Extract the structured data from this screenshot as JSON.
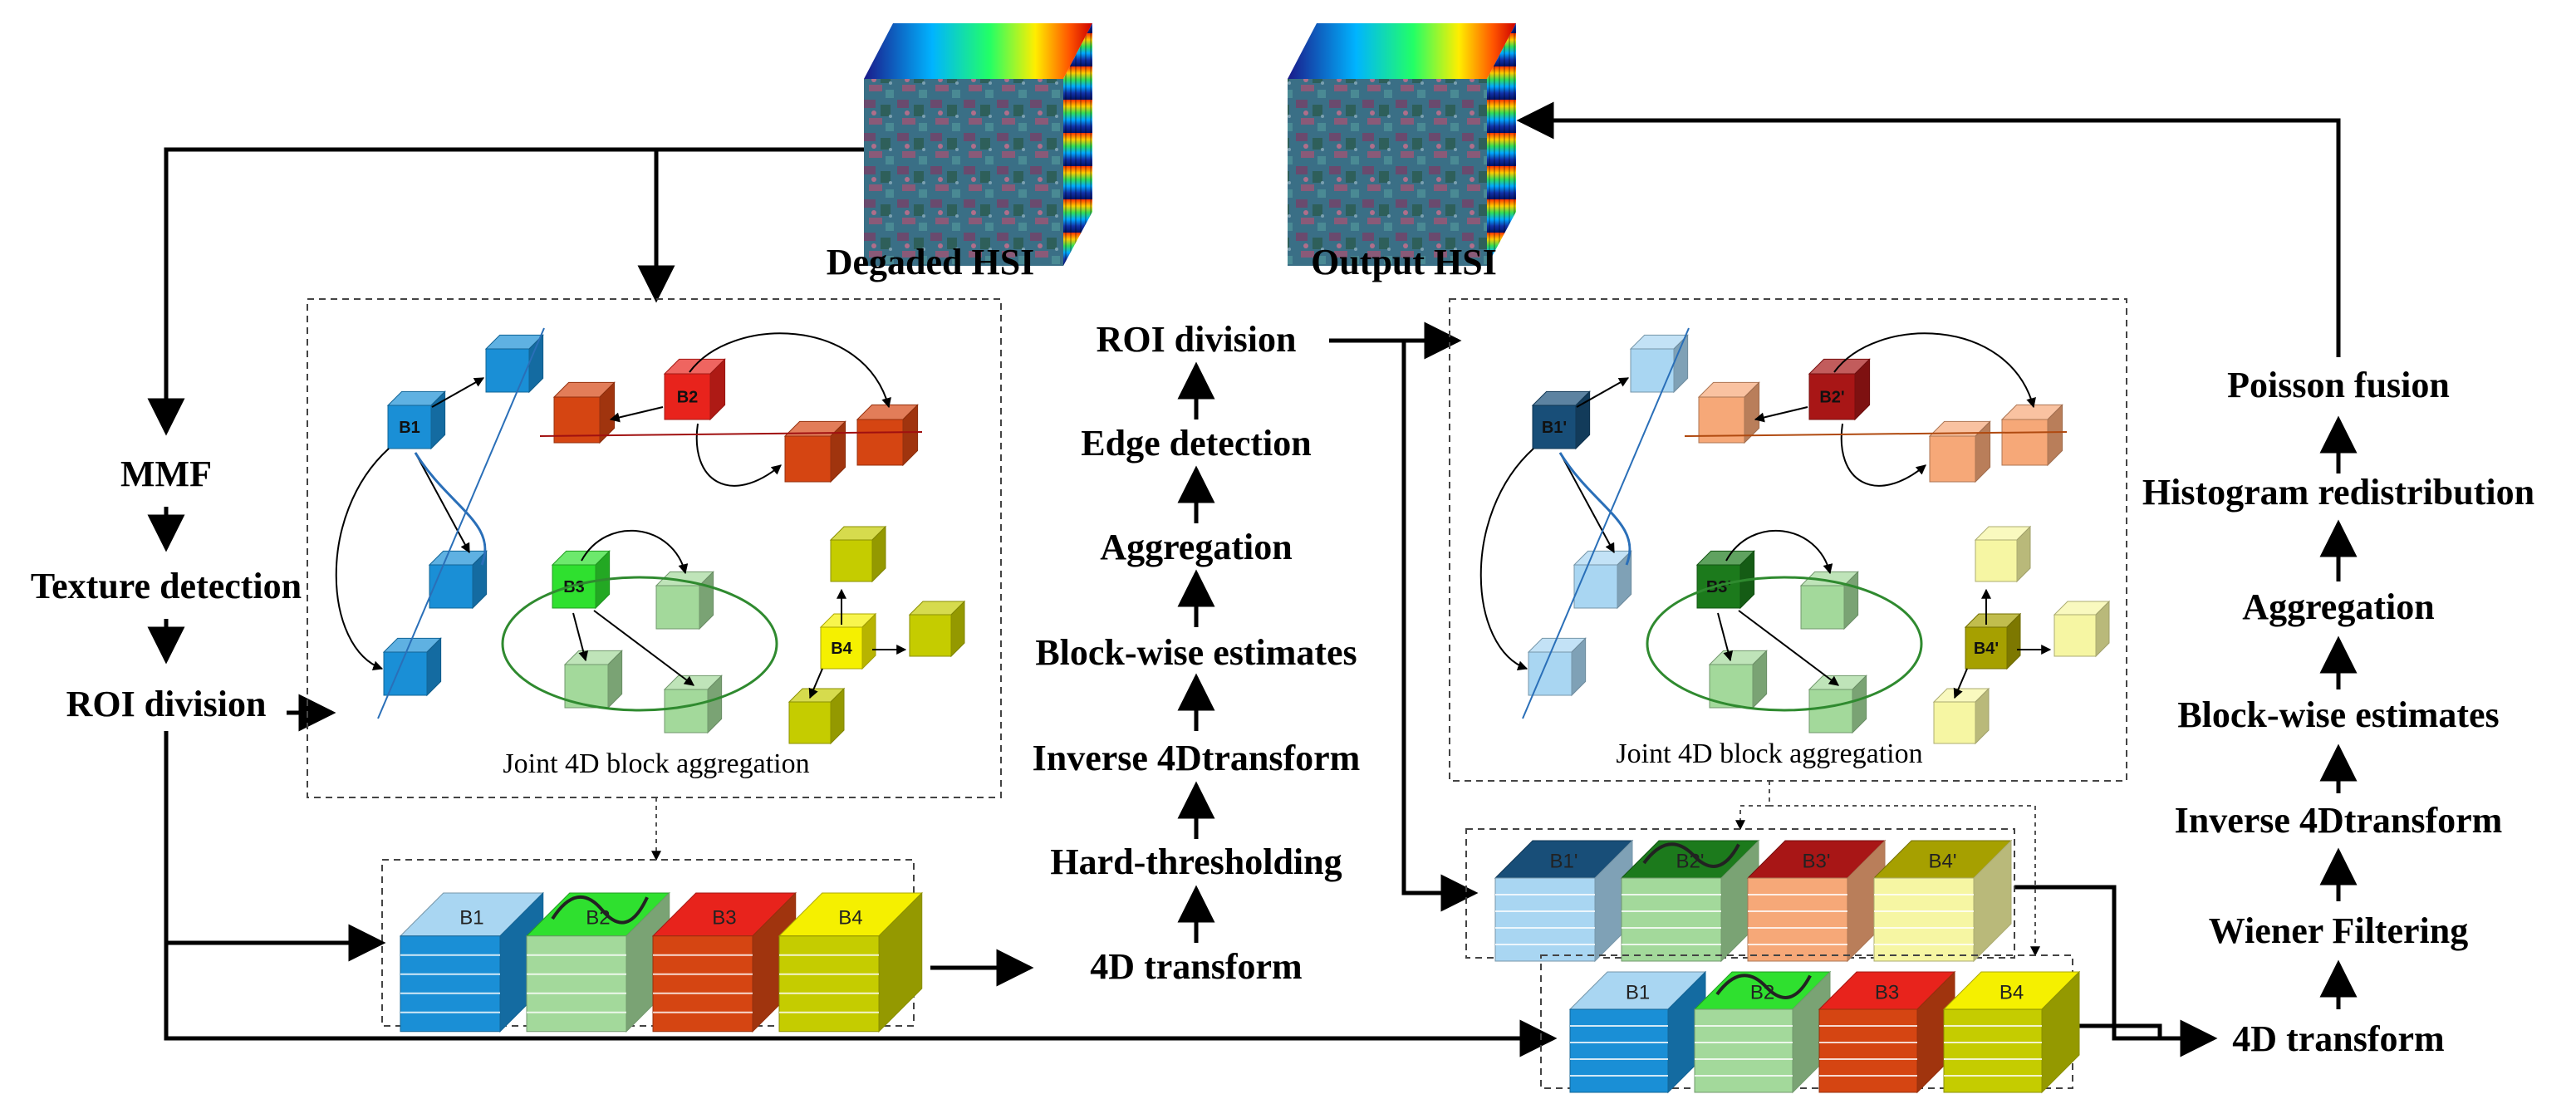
{
  "colors": {
    "blue": "#1a8fd6",
    "blue_light": "#a9d6f2",
    "blue_dark": "#184e78",
    "red": "#e8231c",
    "orange": "#d54512",
    "peach": "#f6a878",
    "maroon": "#a81616",
    "green": "#2fe02f",
    "green_light": "#a3d99b",
    "green_dark": "#1c7a1c",
    "yellow": "#f5f000",
    "olive": "#c5cc00",
    "olive_dark": "#a6a000",
    "yellow_pale": "#f6f6a3"
  },
  "images": {
    "degraded_label": "Degaded HSI",
    "output_label": "Output HSI"
  },
  "left_chain": {
    "steps": [
      "MMF",
      "Texture detection",
      "ROI division"
    ]
  },
  "middle_chain": {
    "steps": [
      "4D transform",
      "Hard-thresholding",
      "Inverse 4Dtransform",
      "Block-wise estimates",
      "Aggregation",
      "Edge detection",
      "ROI division"
    ]
  },
  "right_chain": {
    "steps": [
      "4D transform",
      "Wiener Filtering",
      "Inverse 4Dtransform",
      "Block-wise estimates",
      "Aggregation",
      "Histogram redistribution",
      "Poisson fusion"
    ]
  },
  "stage1": {
    "caption": "Joint 4D block aggregation",
    "blocks": [
      "B1",
      "B2",
      "B3",
      "B4"
    ],
    "stacks": [
      "B1",
      "B2",
      "B3",
      "B4"
    ]
  },
  "stage2": {
    "caption": "Joint 4D block aggregation",
    "blocks": [
      "B1'",
      "B2'",
      "B3'",
      "B4'"
    ],
    "stacks_estimate": [
      "B1'",
      "B2'",
      "B3'",
      "B4'"
    ],
    "stacks_noisy": [
      "B1",
      "B2",
      "B3",
      "B4"
    ]
  }
}
